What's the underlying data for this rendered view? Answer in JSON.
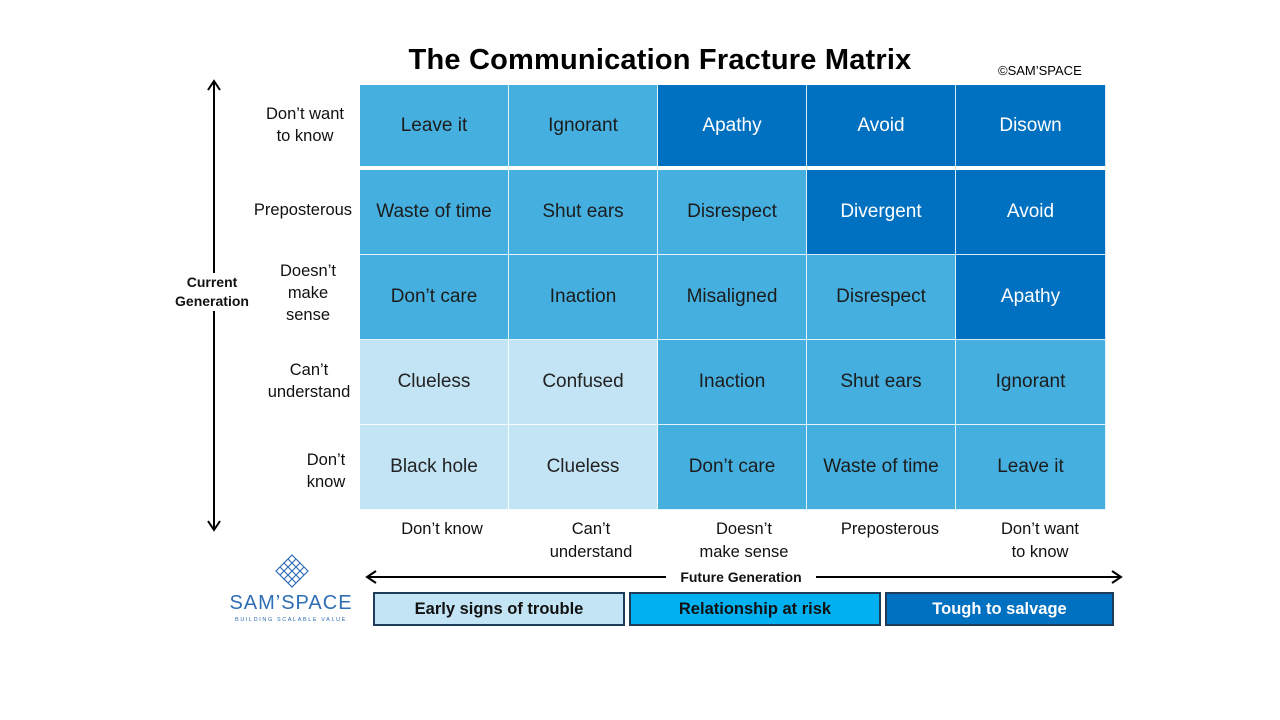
{
  "title": "The Communication Fracture Matrix",
  "copyright": "©SAM’SPACE",
  "y_axis": {
    "label_line1": "Current",
    "label_line2": "Generation",
    "rows": [
      {
        "line1": "Don’t want",
        "line2": "to know"
      },
      {
        "line1": "Preposterous",
        "line2": ""
      },
      {
        "line1": "Doesn’t",
        "line2": "make",
        "line3": "sense"
      },
      {
        "line1": "Can’t",
        "line2": "understand"
      },
      {
        "line1": "Don’t",
        "line2": "know"
      }
    ]
  },
  "x_axis": {
    "label": "Future Generation",
    "cols": [
      {
        "line1": "Don’t know",
        "line2": ""
      },
      {
        "line1": "Can’t",
        "line2": "understand"
      },
      {
        "line1": "Doesn’t",
        "line2": "make sense"
      },
      {
        "line1": "Preposterous",
        "line2": ""
      },
      {
        "line1": "Don’t want",
        "line2": "to know"
      }
    ]
  },
  "matrix": {
    "rows": [
      {
        "cells": [
          {
            "text": "Leave it",
            "level": "mid"
          },
          {
            "text": "Ignorant",
            "level": "mid"
          },
          {
            "text": "Apathy",
            "level": "dark"
          },
          {
            "text": "Avoid",
            "level": "dark"
          },
          {
            "text": "Disown",
            "level": "dark"
          }
        ]
      },
      {
        "cells": [
          {
            "text": "Waste of time",
            "level": "mid"
          },
          {
            "text": "Shut ears",
            "level": "mid"
          },
          {
            "text": "Disrespect",
            "level": "mid"
          },
          {
            "text": "Divergent",
            "level": "dark"
          },
          {
            "text": "Avoid",
            "level": "dark"
          }
        ]
      },
      {
        "cells": [
          {
            "text": "Don’t care",
            "level": "mid"
          },
          {
            "text": "Inaction",
            "level": "mid"
          },
          {
            "text": "Misaligned",
            "level": "mid"
          },
          {
            "text": "Disrespect",
            "level": "mid"
          },
          {
            "text": "Apathy",
            "level": "dark"
          }
        ]
      },
      {
        "cells": [
          {
            "text": "Clueless",
            "level": "light"
          },
          {
            "text": "Confused",
            "level": "light"
          },
          {
            "text": "Inaction",
            "level": "mid"
          },
          {
            "text": "Shut ears",
            "level": "mid"
          },
          {
            "text": "Ignorant",
            "level": "mid"
          }
        ]
      },
      {
        "cells": [
          {
            "text": "Black hole",
            "level": "light"
          },
          {
            "text": "Clueless",
            "level": "light"
          },
          {
            "text": "Don’t care",
            "level": "mid"
          },
          {
            "text": "Waste of time",
            "level": "mid"
          },
          {
            "text": "Leave it",
            "level": "mid"
          }
        ]
      }
    ]
  },
  "legend": [
    {
      "label": "Early signs of trouble",
      "level": "light"
    },
    {
      "label": "Relationship at risk",
      "level": "mid"
    },
    {
      "label": "Tough to salvage",
      "level": "dark"
    }
  ],
  "logo": {
    "name": "SAM’SPACE",
    "tagline": "BUILDING SCALABLE VALUE"
  },
  "colors": {
    "light": "#c3e4f5",
    "mid": "#45b0e0",
    "dark": "#0070c0",
    "legend_mid": "#00b0f0"
  }
}
